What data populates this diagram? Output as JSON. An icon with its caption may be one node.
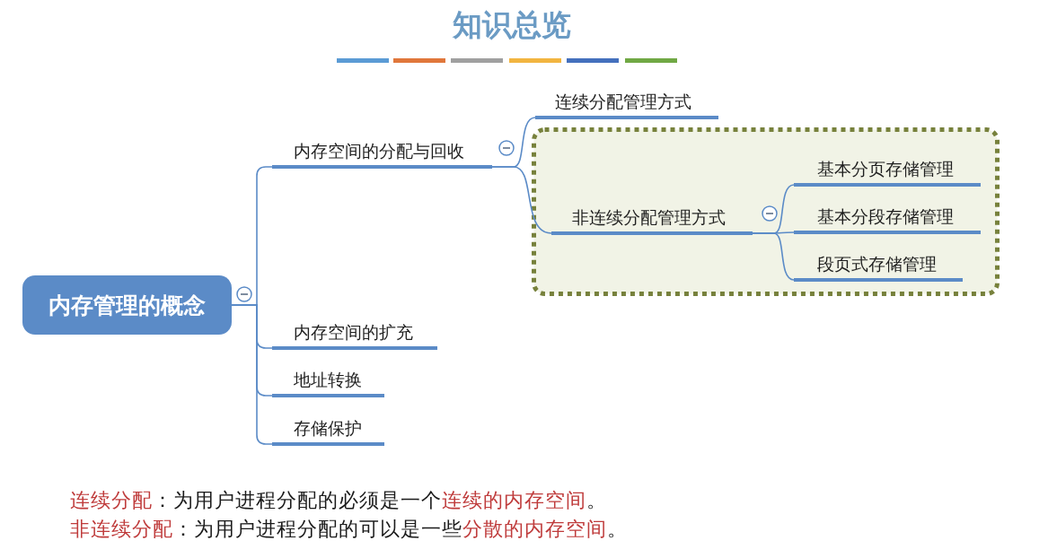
{
  "diagram": {
    "title": "知识总览",
    "nodes": [
      {
        "text": [
          "内存管理的概念"
        ]
      },
      {
        "text": [
          "内存空间的分配与回收"
        ]
      },
      {
        "text": [
          "连续分配管理方式"
        ]
      },
      {
        "text": [],
        "shape": "box"
      },
      {
        "text": [
          "非连续分配管理方式"
        ],
        "in": 3
      },
      {
        "text": [
          "基本分页存储管理"
        ],
        "in": 3
      },
      {
        "text": [
          "基本分段存储管理"
        ],
        "in": 3
      },
      {
        "text": [
          "段页式存储管理"
        ],
        "in": 3
      },
      {
        "text": [
          "内存空间的扩充"
        ]
      },
      {
        "text": [
          "地址转换"
        ]
      },
      {
        "text": [
          "存储保护"
        ]
      }
    ],
    "edges": [
      {
        "from": 0,
        "to": 1,
        "arrow": "none"
      },
      {
        "from": 0,
        "to": 8,
        "arrow": "none"
      },
      {
        "from": 0,
        "to": 9,
        "arrow": "none"
      },
      {
        "from": 0,
        "to": 10,
        "arrow": "none"
      },
      {
        "from": 1,
        "to": 2,
        "arrow": "none"
      },
      {
        "from": 1,
        "to": 4,
        "arrow": "none"
      },
      {
        "from": 4,
        "to": 5,
        "arrow": "none"
      },
      {
        "from": 4,
        "to": 6,
        "arrow": "none"
      },
      {
        "from": 4,
        "to": 7,
        "arrow": "none"
      }
    ],
    "labels": [
      "**连续分配**：为用户进程分配的必须是一个**连续的内存空间**。",
      "**非连续分配**：为用户进程分配的可以是一些**分散的内存空间**。"
    ]
  }
}
